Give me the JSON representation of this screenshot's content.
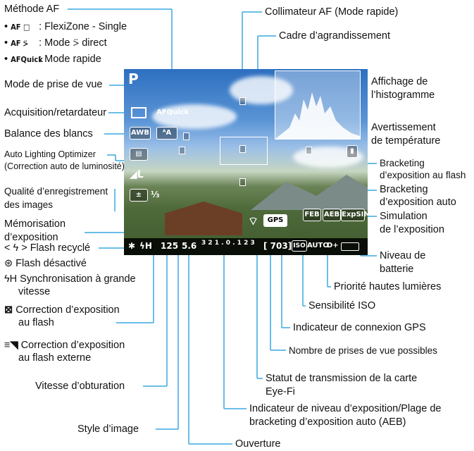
{
  "left_labels": {
    "af_method": "Méthode AF",
    "af_options": [
      {
        "icon": "AF □",
        "text": ": FlexiZone - Single"
      },
      {
        "icon": "AF ⍩",
        "text": ": Mode ⍩ direct"
      },
      {
        "icon": "AFQuick",
        "text": ": Mode rapide"
      }
    ],
    "shooting_mode": "Mode de prise de vue",
    "drive": "Acquisition/retardateur",
    "white_balance": "Balance des blancs",
    "alo_1": "Auto Lighting Optimizer",
    "alo_2": "(Correction auto de luminosité)",
    "quality_1": "Qualité d’enregistrement",
    "quality_2": "des images",
    "ae_lock_1": "Mémorisation",
    "ae_lock_2": "d’exposition",
    "flash_ready": "< ϟ > Flash recyclé",
    "flash_off": "⊛ Flash désactivé",
    "hss_1": "ϟH Synchronisation à grande",
    "hss_2": "vitesse",
    "fec_1": "Correction d’exposition",
    "fec_2": "au flash",
    "ext_fec_1": "Correction d’exposition",
    "ext_fec_2": "au flash externe",
    "shutter": "Vitesse d’obturation",
    "picture_style": "Style d’image"
  },
  "right_labels": {
    "af_point": "Collimateur AF (Mode rapide)",
    "magnify_frame": "Cadre d’agrandissement",
    "histogram_1": "Affichage de",
    "histogram_2": "l’histogramme",
    "temp_warn_1": "Avertissement",
    "temp_warn_2": "de température",
    "feb_1": "Bracketing",
    "feb_2": "d’exposition au flash",
    "aeb_1": "Bracketing",
    "aeb_2": "d’exposition auto",
    "exp_sim_1": "Simulation",
    "exp_sim_2": "de l’exposition",
    "battery_1": "Niveau de",
    "battery_2": "batterie",
    "highlight": "Priorité hautes lumières",
    "iso": "Sensibilité ISO",
    "gps": "Indicateur de connexion GPS",
    "shots": "Nombre de prises de vue possibles",
    "eyefi_1": "Statut de transmission de la carte",
    "eyefi_2": "Eye-Fi",
    "exposure_1": "Indicateur de niveau d’exposition/Plage de",
    "exposure_2": "bracketing d’exposition auto (AEB)",
    "aperture": "Ouverture"
  },
  "screen": {
    "mode": "P",
    "afquick": "AFQuick",
    "wb": "AWB",
    "pict": "ᴬA",
    "quality": "◢L",
    "fec_value": "⅓",
    "gps": "GPS",
    "feb": "FEB",
    "aeb": "AEB",
    "expsim": "ExpSIM",
    "bottom": {
      "ael": "✱",
      "flash": "ϟH",
      "shutter": "125",
      "aperture": "5.6",
      "scale": "3 2 1 . 0 . 1 2 3",
      "shots": "[ 703]",
      "iso": "ISO",
      "iso_val": "AUTO",
      "dplus": "D+"
    }
  }
}
